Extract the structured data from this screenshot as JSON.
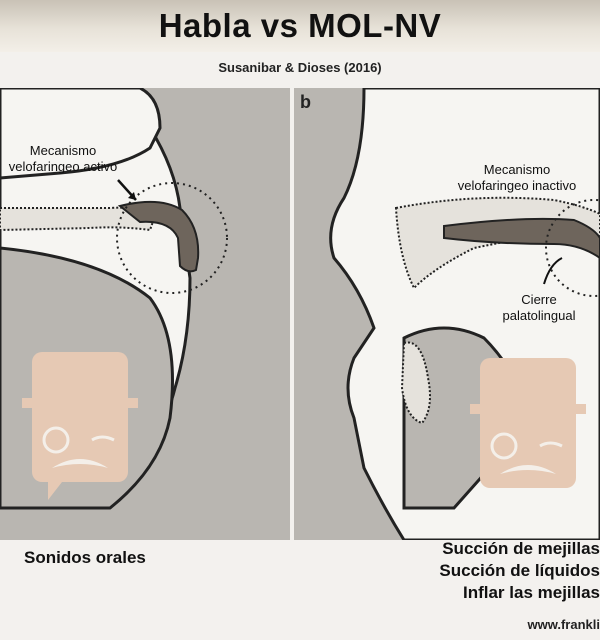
{
  "header": {
    "title": "Habla vs MOL-NV",
    "subtitle": "Susanibar & Dioses (2016)"
  },
  "panel_a": {
    "letter": "",
    "label_lines": [
      "Mecanismo",
      "velofaringeo activo"
    ],
    "caption": "Sonidos orales"
  },
  "panel_b": {
    "letter": "b",
    "label_lines": [
      "Mecanismo",
      "velofaringeo inactivo"
    ],
    "closure_lines": [
      "Cierre",
      "palatolingual"
    ],
    "caption_lines": [
      "Succión de mejillas",
      "Succión de líquidos",
      "Inflar las mejillas"
    ]
  },
  "footer": {
    "url": "www.frankli"
  },
  "colors": {
    "tissue": "#f6f5f2",
    "panel_bg": "#b9b6b1",
    "velum": "#6e655c",
    "mascot": "#e6c9b4"
  }
}
